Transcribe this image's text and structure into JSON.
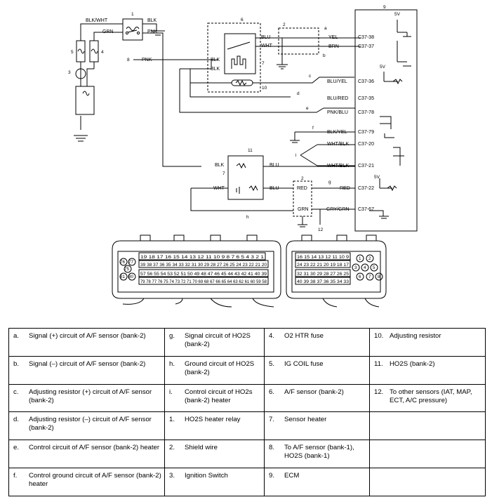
{
  "wires": {
    "blk_wht": "BLK/WHT",
    "grn_top": "GRN",
    "blk_relay": "BLK",
    "pnk_relay": "PNK",
    "pnk_left": "PNK",
    "blu_af": "BLU",
    "wht_af": "WHT",
    "blk_af1": "BLK",
    "blk_af2": "BLK",
    "yel": "YEL",
    "brn": "BRN",
    "blu_yel": "BLU/YEL",
    "blu_red": "BLU/RED",
    "pnk_blu": "PNK/BLU",
    "blk_yel": "BLK/YEL",
    "wht_blk1": "WHT/BLK",
    "wht_blk2": "WHT/BLK",
    "blk_ho2s_l": "BLK",
    "blu_ho2s_r": "BLU",
    "wht_ho2s_l": "WHT",
    "blu_ho2s_b": "BLU",
    "red_ho2s": "RED",
    "red_ecm": "RED",
    "grn_ho2s": "GRN",
    "gry_grn": "GRY/GRN"
  },
  "connectors": {
    "c38": "C37-38",
    "c37": "C37-37",
    "c36": "C37-36",
    "c35": "C37-35",
    "c78": "C37-78",
    "c79": "C37-79",
    "c20": "C37-20",
    "c21": "C37-21",
    "c22": "C37-22",
    "c67": "C37-67"
  },
  "callouts": {
    "n1": "1",
    "n2a": "2",
    "n2b": "2",
    "n3": "3",
    "n4": "4",
    "n5": "5",
    "n6": "6",
    "n7a": "7",
    "n7b": "7",
    "n8": "8",
    "n9": "9",
    "n10": "10",
    "n11": "11",
    "n12": "12",
    "a": "a",
    "b": "b",
    "c": "c",
    "d": "d",
    "e": "e",
    "f": "f",
    "g": "g",
    "h": "h",
    "i": "i",
    "v5a": "5V",
    "v5b": "5V",
    "v5c": "5V"
  },
  "connector_pins": {
    "left_row1": "19 18 17 16 15 14 13 12 11 10 9 8 7 6 5 4 3 2 1",
    "left_row2": "39 38 37 36 35 34 33 32 31 30 29 28 27 26 25 24 23 22 21 20",
    "left_row3": "57 56 55 54 53 52 51 50 49 48 47 46 45 44 43 42 41 40 39",
    "left_row4": "79 78 77 76 75 74 73 72 71 70 69 68 67 66 65 64 63 62 61 60 59 58",
    "left_extra": [
      "76",
      "77",
      "75",
      "81",
      "80"
    ],
    "right_row1": "16 15 14 13 12 11 10 9",
    "right_row2": "24 23 22 21 20 19 18 17",
    "right_row3": "32 31 30 29 28 27 26 25",
    "right_row4": "40 39 38 37 36 35 34 33",
    "right_circles": [
      "1",
      "2",
      "3",
      "4",
      "5",
      "6",
      "7",
      "8"
    ]
  },
  "legend": [
    [
      {
        "key": "a.",
        "text": "Signal (+) circuit of A/F sensor (bank-2)"
      },
      {
        "key": "g.",
        "text": "Signal circuit of HO2S (bank-2)"
      },
      {
        "key": "4.",
        "text": "O2 HTR fuse"
      },
      {
        "key": "10.",
        "text": "Adjusting resistor"
      }
    ],
    [
      {
        "key": "b.",
        "text": "Signal (–) circuit of A/F sensor (bank-2)"
      },
      {
        "key": "h.",
        "text": "Ground circuit of HO2S (bank-2)"
      },
      {
        "key": "5.",
        "text": "IG COIL fuse"
      },
      {
        "key": "11.",
        "text": "HO2S (bank-2)"
      }
    ],
    [
      {
        "key": "c.",
        "text": "Adjusting resistor (+) circuit of A/F sensor (bank-2)"
      },
      {
        "key": "i.",
        "text": "Control circuit of HO2s (bank-2) heater"
      },
      {
        "key": "6.",
        "text": "A/F sensor (bank-2)"
      },
      {
        "key": "12.",
        "text": "To other sensors (IAT, MAP, ECT, A/C pressure)"
      }
    ],
    [
      {
        "key": "d.",
        "text": "Adjusting resistor (–) circuit of A/F sensor (bank-2)"
      },
      {
        "key": "1.",
        "text": "HO2S heater relay"
      },
      {
        "key": "7.",
        "text": "Sensor heater"
      },
      {
        "key": "",
        "text": ""
      }
    ],
    [
      {
        "key": "e.",
        "text": "Control circuit of A/F sensor (bank-2) heater"
      },
      {
        "key": "2.",
        "text": "Shield wire"
      },
      {
        "key": "8.",
        "text": "To A/F sensor (bank-1), HO2S (bank-1)"
      },
      {
        "key": "",
        "text": ""
      }
    ],
    [
      {
        "key": "f.",
        "text": "Control ground circuit of A/F sensor (bank-2) heater"
      },
      {
        "key": "3.",
        "text": "Ignition Switch"
      },
      {
        "key": "9.",
        "text": "ECM"
      },
      {
        "key": "",
        "text": ""
      }
    ]
  ]
}
